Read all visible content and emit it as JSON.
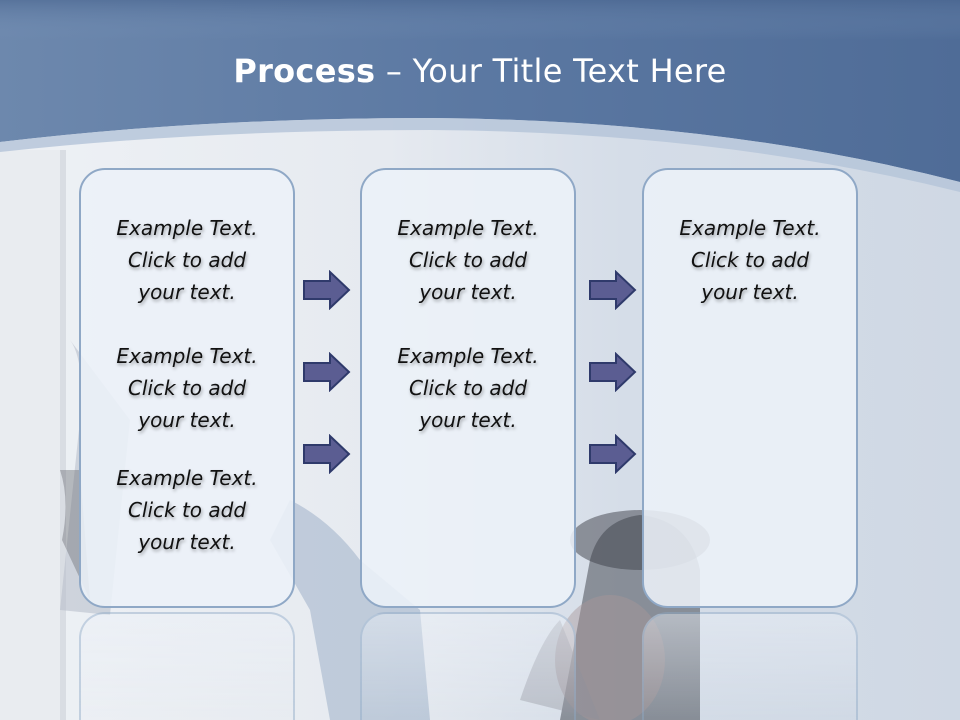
{
  "slide": {
    "title_bold": "Process",
    "title_rest": " – Your Title Text Here",
    "colors": {
      "header": "#5d7aa3",
      "card_border": "#8fa8c6",
      "arrow_fill": "#5b5d92",
      "arrow_stroke": "#2f3a6b"
    }
  },
  "columns": [
    {
      "blocks": [
        [
          "Example Text.",
          "Click  to add",
          "your text."
        ],
        [
          "Example Text.",
          "Click  to add",
          "your text."
        ],
        [
          "Example Text.",
          "Click  to add",
          "your text."
        ]
      ]
    },
    {
      "blocks": [
        [
          "Example Text.",
          "Click  to add",
          "your text."
        ],
        [
          "Example Text.",
          "Click  to add",
          "your text."
        ]
      ]
    },
    {
      "blocks": [
        [
          "Example Text.",
          "Click  to add",
          "your text."
        ]
      ]
    }
  ],
  "icons": [
    "right-arrow-icon"
  ]
}
